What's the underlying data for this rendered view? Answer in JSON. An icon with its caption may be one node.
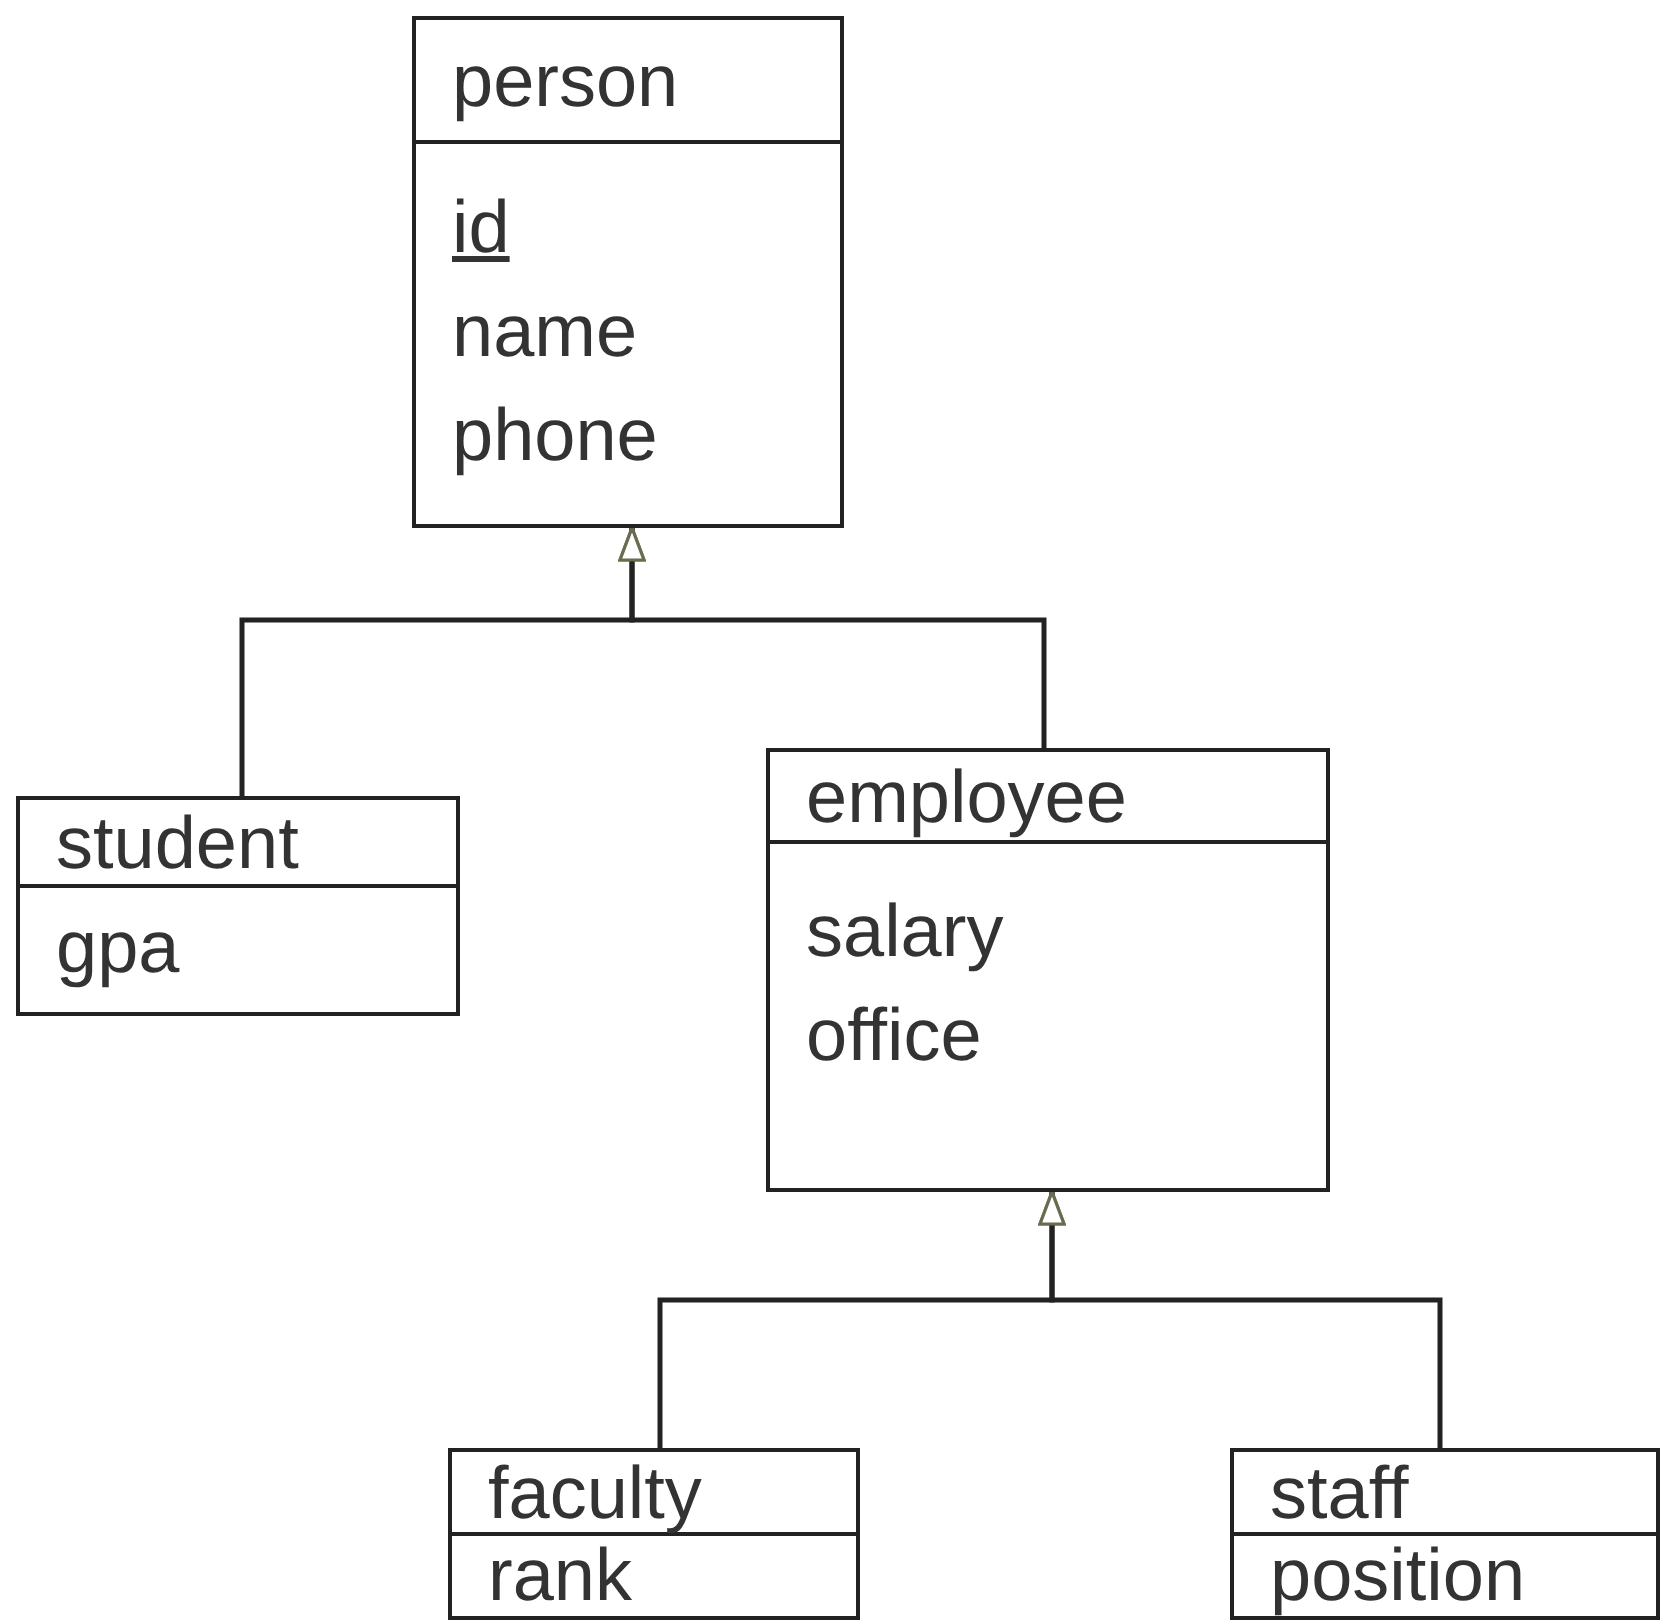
{
  "diagram": {
    "nodes": [
      {
        "text": [
          "person",
          "id",
          "name",
          "phone"
        ]
      },
      {
        "text": [
          "student",
          "gpa"
        ]
      },
      {
        "text": [
          "employee",
          "salary",
          "office"
        ]
      },
      {
        "text": [
          "faculty",
          "rank"
        ]
      },
      {
        "text": [
          "staff",
          "position"
        ]
      }
    ],
    "edges": [
      {
        "from": 1,
        "to": 0,
        "arrow": "to"
      },
      {
        "from": 2,
        "to": 0,
        "arrow": "to"
      },
      {
        "from": 3,
        "to": 2,
        "arrow": "to"
      },
      {
        "from": 4,
        "to": 2,
        "arrow": "to"
      }
    ]
  }
}
